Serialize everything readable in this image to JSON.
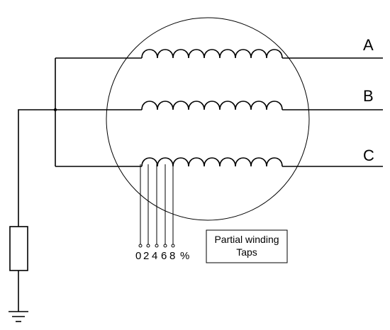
{
  "phases": [
    {
      "id": "a",
      "label": "A"
    },
    {
      "id": "b",
      "label": "B"
    },
    {
      "id": "c",
      "label": "C"
    }
  ],
  "taps": {
    "labels": [
      "0",
      "2",
      "4",
      "6",
      "8"
    ],
    "unit": "%"
  },
  "note": {
    "line1": "Partial winding",
    "line2": "Taps"
  }
}
